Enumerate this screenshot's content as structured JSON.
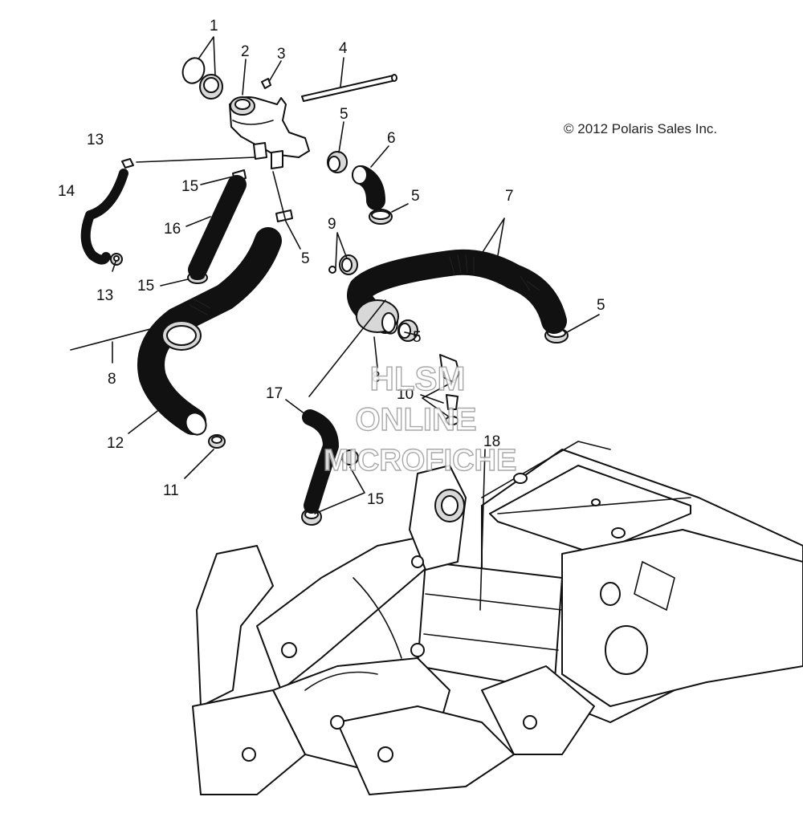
{
  "copyright": "© 2012 Polaris Sales Inc.",
  "watermark": {
    "line1": "HLSM",
    "line2": "ONLINE",
    "line3": "MICROFICHE"
  },
  "callouts": [
    "1",
    "2",
    "3",
    "4",
    "5",
    "6",
    "5",
    "13",
    "14",
    "15",
    "16",
    "5",
    "13",
    "15",
    "9",
    "7",
    "5",
    "5",
    "8",
    "8",
    "10",
    "17",
    "12",
    "18",
    "11",
    "15"
  ],
  "colors": {
    "line": "#111111",
    "watermark": "#9a9a9a",
    "shade": "#d8d8d8"
  }
}
